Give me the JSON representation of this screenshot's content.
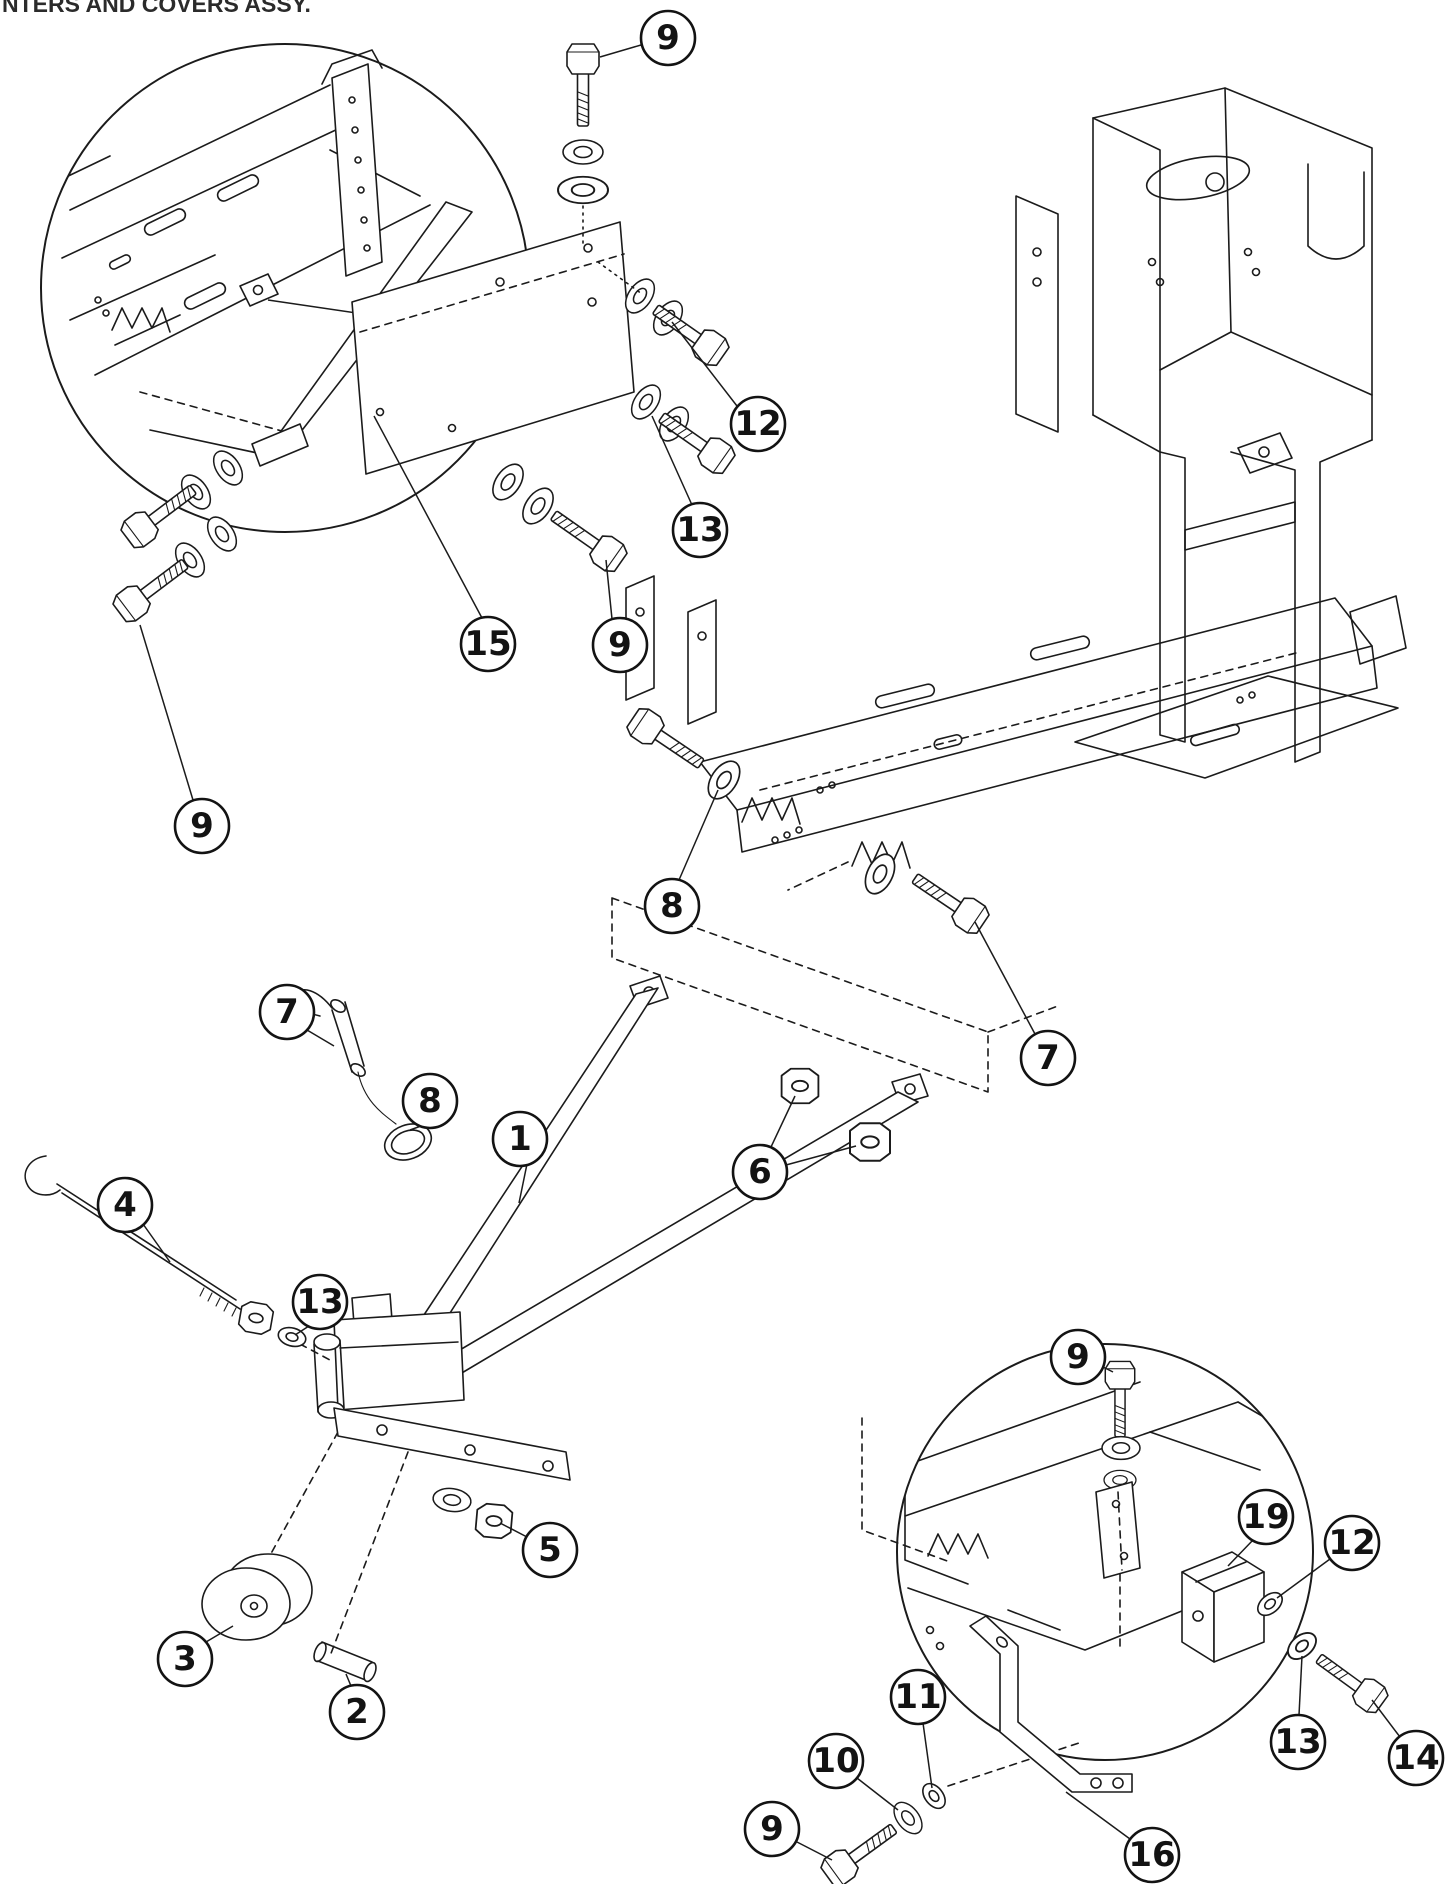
{
  "title": "NTERS AND COVERS ASSY.",
  "diagram": {
    "type": "exploded-parts-diagram",
    "callouts": [
      {
        "label": "9"
      },
      {
        "label": "12"
      },
      {
        "label": "13"
      },
      {
        "label": "15"
      },
      {
        "label": "9"
      },
      {
        "label": "9"
      },
      {
        "label": "8"
      },
      {
        "label": "7"
      },
      {
        "label": "7"
      },
      {
        "label": "8"
      },
      {
        "label": "1"
      },
      {
        "label": "6"
      },
      {
        "label": "4"
      },
      {
        "label": "13"
      },
      {
        "label": "5"
      },
      {
        "label": "3"
      },
      {
        "label": "2"
      },
      {
        "label": "9"
      },
      {
        "label": "19"
      },
      {
        "label": "12"
      },
      {
        "label": "13"
      },
      {
        "label": "14"
      },
      {
        "label": "16"
      },
      {
        "label": "10"
      },
      {
        "label": "11"
      },
      {
        "label": "9"
      }
    ]
  }
}
